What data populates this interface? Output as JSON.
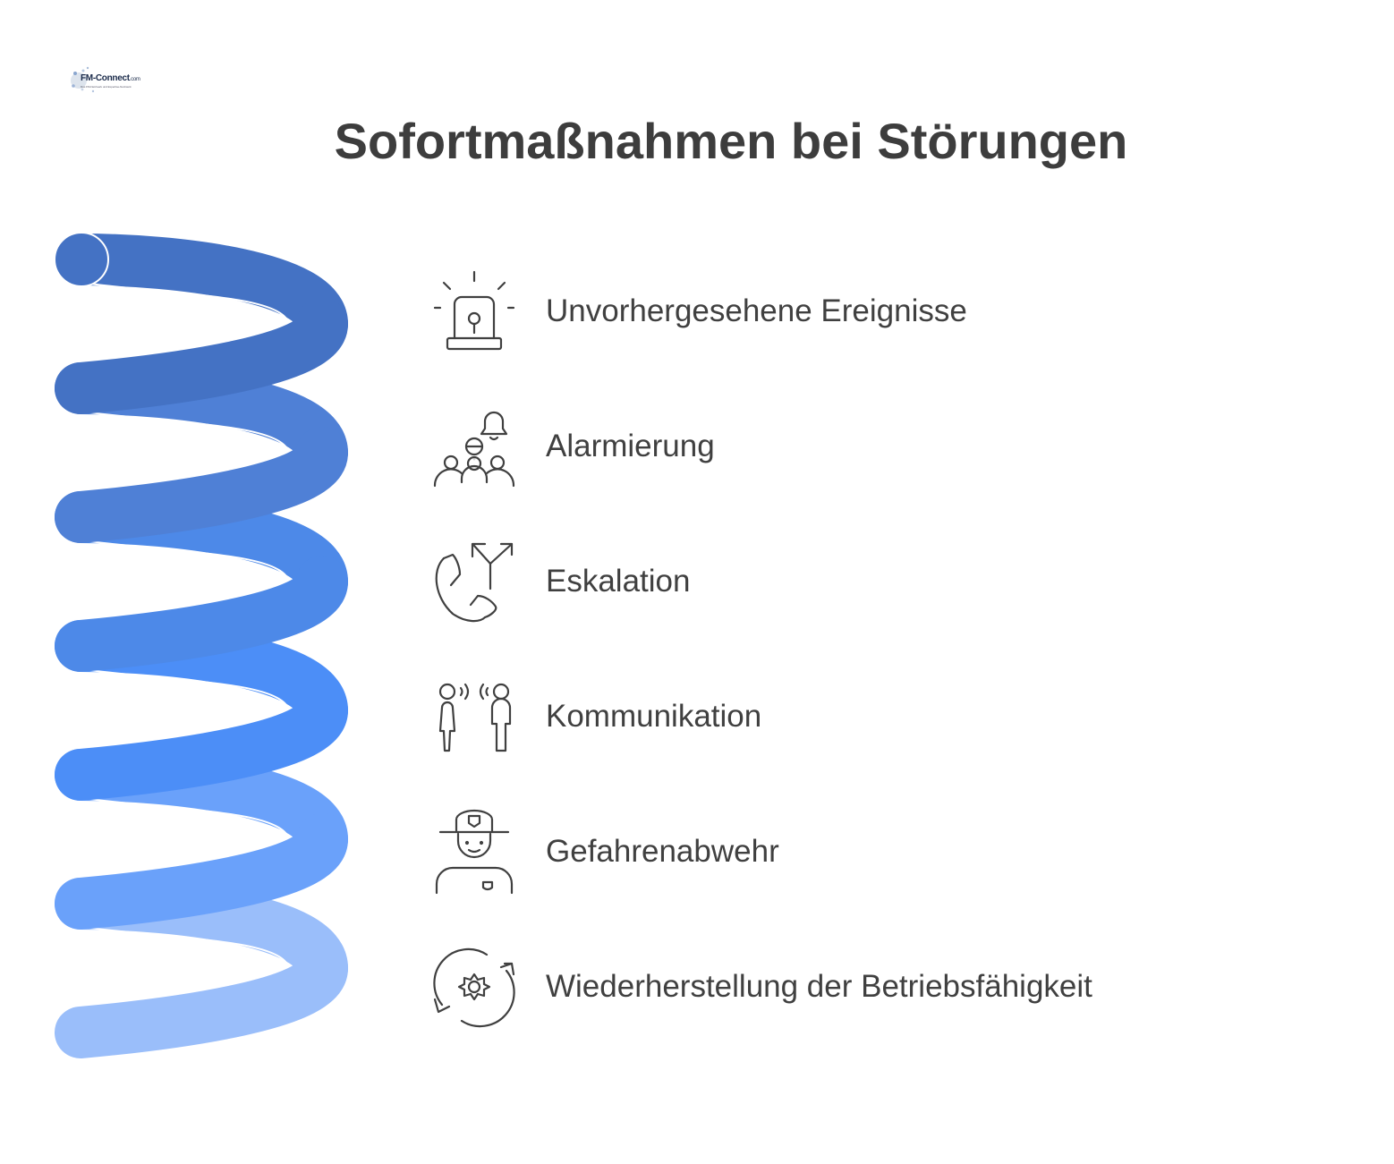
{
  "logo": {
    "name": "FM-Connect",
    "suffix": ".com",
    "tagline": "Das FM-Netzwerk und Expertise-Netzwerk"
  },
  "title": "Sofortmaßnahmen bei Störungen",
  "colors": {
    "title": "#3d3d3d",
    "label": "#404040",
    "icon_stroke": "#404040",
    "coil": [
      "#4472C4",
      "#4F80D6",
      "#4D89E8",
      "#4C8EF7",
      "#6AA1FA",
      "#9ABEFA"
    ]
  },
  "steps": [
    {
      "label": "Unvorhergesehene Ereignisse",
      "icon": "siren-alarm-icon"
    },
    {
      "label": "Alarmierung",
      "icon": "group-bell-icon"
    },
    {
      "label": "Eskalation",
      "icon": "phone-arrows-icon"
    },
    {
      "label": "Kommunikation",
      "icon": "people-talking-icon"
    },
    {
      "label": "Gefahrenabwehr",
      "icon": "firefighter-icon"
    },
    {
      "label": "Wiederherstellung der Betriebsfähigkeit",
      "icon": "gear-refresh-icon"
    }
  ]
}
